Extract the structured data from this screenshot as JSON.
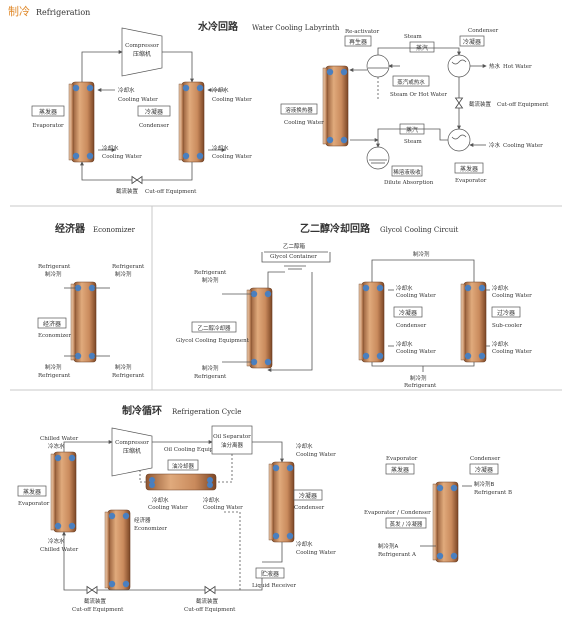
{
  "page": {
    "title_cn": "制冷",
    "title_en": "Refrigeration"
  },
  "colors": {
    "accent": "#e08a2c",
    "plate": "#c98a5c",
    "port": "#4a7fbf"
  },
  "s1": {
    "title_cn": "水冷回路",
    "title_en": "Water Cooling Labyrinth",
    "compressor_en": "Compressor",
    "compressor_cn": "压缩机",
    "evaporator_cn": "蒸发器",
    "evaporator_en": "Evaporator",
    "condenser_cn": "冷凝器",
    "condenser_en": "Condenser",
    "cw_cn": "冷却水",
    "cw_en": "Cooling Water",
    "cutoff_cn": "截流装置",
    "cutoff_en": "Cut-off Equipment"
  },
  "s2": {
    "reactivator_en": "Re-activator",
    "regenerator_cn": "再生器",
    "steam_en": "Steam",
    "steam_cn": "蒸汽",
    "condenser_cn": "冷凝器",
    "condenser_en": "Condenser",
    "hotwater_cn": "热水",
    "hotwater_en": "Hot Water",
    "steam_hot_cn": "蒸汽或热水",
    "steam_hot_en": "Steam Or Hot Water",
    "cutoff_cn": "截流装置",
    "cutoff_en": "Cut-off Equipment",
    "hx_cn": "溶液换热器",
    "cw_en": "Cooling Water",
    "dilute_cn": "稀溶液吸收",
    "dilute_en": "Dilute Absorption",
    "cw_cn": "冷水",
    "cw2_en": "Cooling Water",
    "evap_cn": "蒸发器",
    "evap_en": "Evaporator"
  },
  "s3": {
    "title_cn": "经济器",
    "title_en": "Economizer",
    "ref_en": "Refrigerant",
    "ref_cn": "制冷剂",
    "eco_cn": "经济器",
    "eco_en": "Economizer"
  },
  "s4": {
    "title_cn": "乙二醇冷却回路",
    "title_en": "Glycol Cooling Circuit",
    "container_cn": "乙二醇箱",
    "container_en": "Glycol Container",
    "ref_en": "Refrigerant",
    "ref_cn": "制冷剂",
    "gce_cn": "乙二醇冷却器",
    "gce_en": "Glycol Cooling Equipment",
    "ref_top_cn": "制冷剂",
    "cw_cn": "冷却水",
    "cw_en": "Cooling Water",
    "cond_cn": "冷凝器",
    "cond_en": "Condenser",
    "sub_cn": "过冷器",
    "sub_en": "Sub-cooler",
    "ref_bottom_cn": "制冷剂",
    "ref_bottom_en": "Refrigerant"
  },
  "s5": {
    "title_cn": "制冷循环",
    "title_en": "Refrigeration Cycle",
    "chilled_en": "Chilled Water",
    "chilled_cn": "冷冻水",
    "compressor_en": "Compressor",
    "compressor_cn": "压缩机",
    "oil_cooling_en": "Oil Cooling Equipment",
    "oil_cooling_cn": "油冷却器",
    "oil_sep_en": "Oil Separator",
    "oil_sep_cn": "油分离器",
    "cw_cn": "冷却水",
    "cw_en": "Cooling Water",
    "evap_cn": "蒸发器",
    "evap_en": "Evaporator",
    "cond_cn": "冷凝器",
    "cond_en": "Condenser",
    "eco_cn": "经济器",
    "eco_en": "Economizer",
    "receiver_cn": "贮液器",
    "receiver_en": "Liquid Receiver",
    "cutoff_cn": "截流装置",
    "cutoff_en": "Cut-off Equipment"
  },
  "s6": {
    "evap_en": "Evaporator",
    "evap_cn": "蒸发器",
    "cond_en": "Condenser",
    "cond_cn": "冷凝器",
    "ref_b_cn": "制冷剂B",
    "ref_b_en": "Refrigerant B",
    "ec_en": "Evaporator / Condenser",
    "ec_cn": "蒸发 / 冷凝器",
    "ref_a_cn": "制冷剂A",
    "ref_a_en": "Refrigerant A"
  }
}
